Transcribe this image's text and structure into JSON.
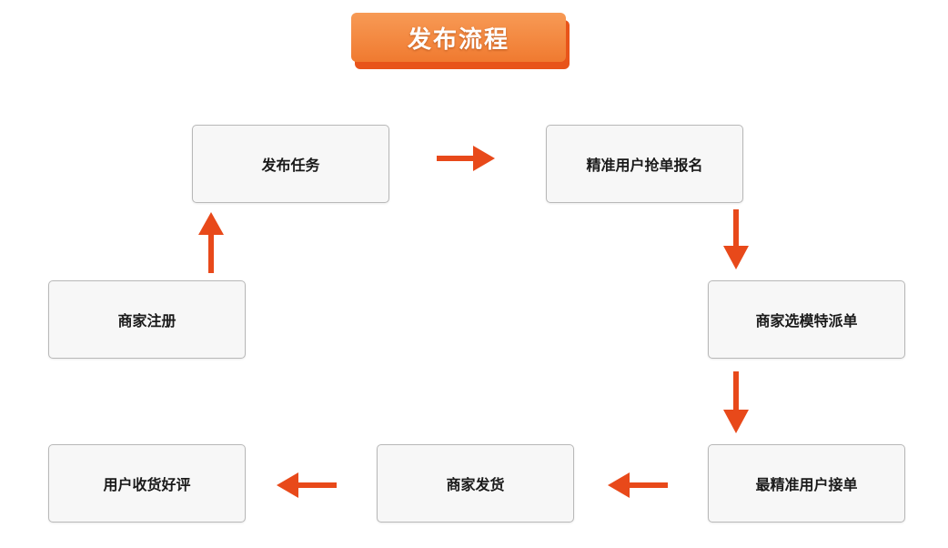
{
  "title": "发布流程",
  "steps": [
    "发布任务",
    "精准用户抢单报名",
    "商家选模特派单",
    "最精准用户接单",
    "商家发货",
    "用户收货好评",
    "商家注册"
  ],
  "colors": {
    "accent": "#f07a30",
    "arrow": "#e8491a",
    "box_fill": "#f7f7f7",
    "box_border": "#b8b8b8"
  }
}
